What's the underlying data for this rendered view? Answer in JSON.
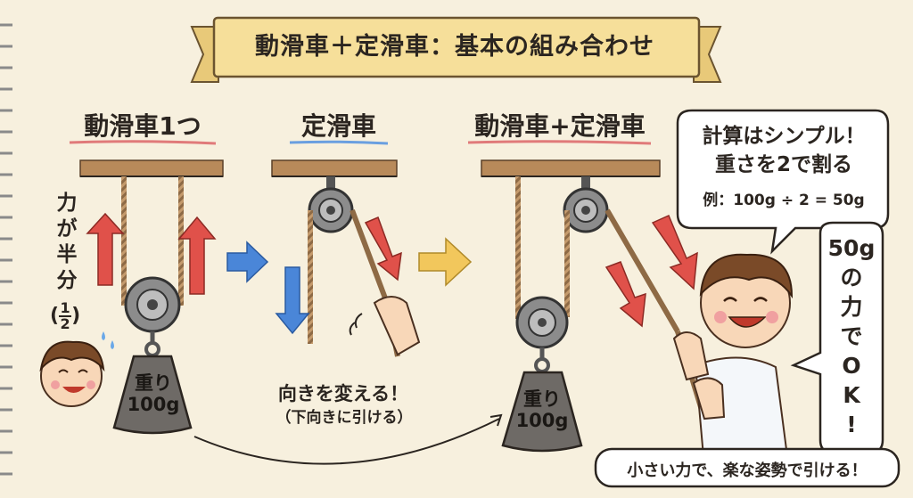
{
  "title": "動滑車＋定滑車：基本の組み合わせ",
  "sections": {
    "movable": "動滑車1つ",
    "fixed": "定滑車",
    "combined": "動滑車+定滑車"
  },
  "movable": {
    "force_label_lines": [
      "力",
      "が",
      "半",
      "分"
    ],
    "fraction_open": "(",
    "fraction_num": "1",
    "fraction_den": "2",
    "fraction_close": ")",
    "weight_line1": "重り",
    "weight_line2": "100g"
  },
  "fixed": {
    "caption_line1": "向きを変える！",
    "caption_line2": "（下向きに引ける）"
  },
  "combined": {
    "weight_line1": "重り",
    "weight_line2": "100g"
  },
  "bubble_calc": {
    "line1": "計算はシンプル！",
    "line2": "重さを2で割る",
    "line3": "例：100g ÷ 2 = 50g"
  },
  "bubble_force": {
    "lines": [
      "50g",
      "の",
      "力",
      "で",
      "O",
      "K",
      "!"
    ]
  },
  "bottom_caption": "小さい力で、楽な姿勢で引ける！",
  "colors": {
    "red_arrow": "#e0514a",
    "blue_arrow": "#4a86d8",
    "yellow_arrow": "#f2c75c",
    "ceiling": "#b88a5a",
    "weight": "#6e6a66",
    "ribbon": "#f6df9a"
  }
}
